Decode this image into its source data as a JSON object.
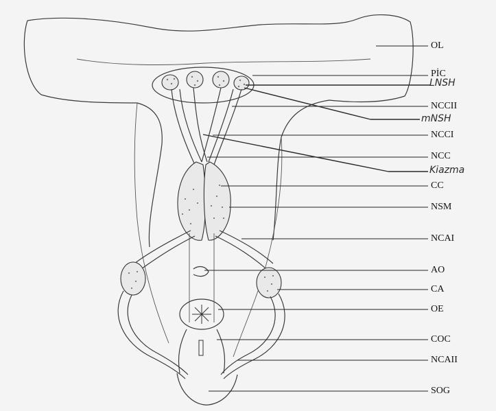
{
  "labels": [
    {
      "id": "ol",
      "text": "OL"
    },
    {
      "id": "pic",
      "text": "PİC"
    },
    {
      "id": "ncc2",
      "text": "NCCII"
    },
    {
      "id": "ncc1",
      "text": "NCCI"
    },
    {
      "id": "ncc",
      "text": "NCC"
    },
    {
      "id": "cc",
      "text": "CC"
    },
    {
      "id": "nsm",
      "text": "NSM"
    },
    {
      "id": "ncai",
      "text": "NCAI"
    },
    {
      "id": "ao",
      "text": "AO"
    },
    {
      "id": "ca",
      "text": "CA"
    },
    {
      "id": "oe",
      "text": "OE"
    },
    {
      "id": "coc",
      "text": "COC"
    },
    {
      "id": "ncaii",
      "text": "NCAII"
    },
    {
      "id": "sog",
      "text": "SOG"
    }
  ],
  "handwritten": [
    {
      "id": "lnsh",
      "text": "LNSH"
    },
    {
      "id": "mnsh",
      "text": "mNSH"
    },
    {
      "id": "kiazma",
      "text": "Kiazma"
    }
  ]
}
